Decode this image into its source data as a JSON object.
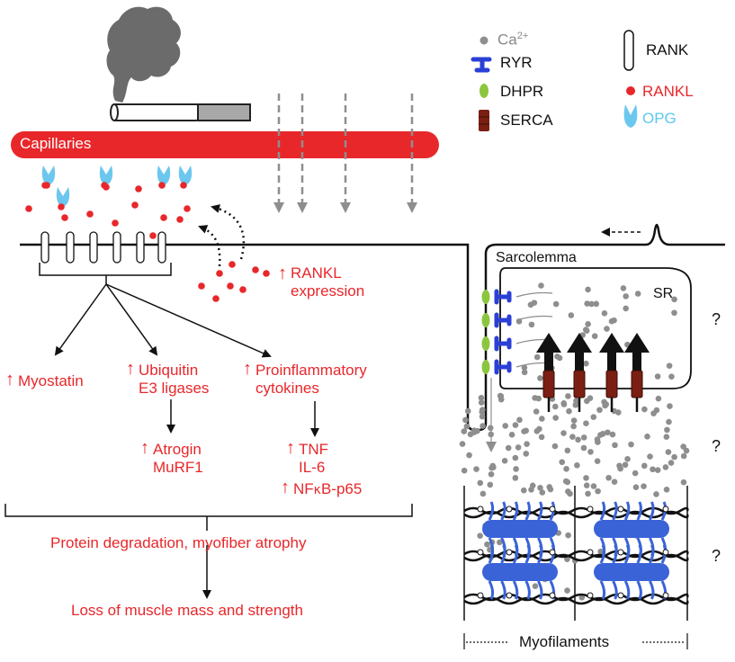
{
  "colors": {
    "red": "#e8272b",
    "black": "#111111",
    "calcium_gray": "#8e8e8e",
    "opg_blue": "#6cc7ee",
    "ryr_blue": "#2b3fd6",
    "dhpr_green": "#8cc63f",
    "serca_brown": "#7b1f14",
    "myosin_blue": "#3a63d8"
  },
  "legend": {
    "ca": "Ca",
    "ca_sup": "2+",
    "ryr": "RYR",
    "dhpr": "DHPR",
    "serca": "SERCA",
    "rank": "RANK",
    "rankl": "RANKL",
    "opg": "OPG"
  },
  "labels": {
    "capillaries": "Capillaries",
    "sarcolemma": "Sarcolemma",
    "sr": "SR",
    "rankl_expression_line1": "RANKL",
    "rankl_expression_line2": "expression",
    "myostatin": "Myostatin",
    "ubiquitin_line1": "Ubiquitin",
    "ubiquitin_line2": "E3 ligases",
    "proinflammatory_line1": "Proinflammatory",
    "proinflammatory_line2": "cytokines",
    "atrogin": "Atrogin",
    "murf1": "MuRF1",
    "tnf": "TNF",
    "il6": "IL-6",
    "nfkb_pre": "NF",
    "nfkb_kappa": "κ",
    "nfkb_post": "B-p65",
    "protein_degradation": "Protein degradation, myofiber atrophy",
    "loss_muscle": "Loss of muscle mass and strength",
    "myofilaments": "Myofilaments",
    "question_1": "?",
    "question_2": "?",
    "question_3": "?",
    "up_arrow": "↑"
  }
}
